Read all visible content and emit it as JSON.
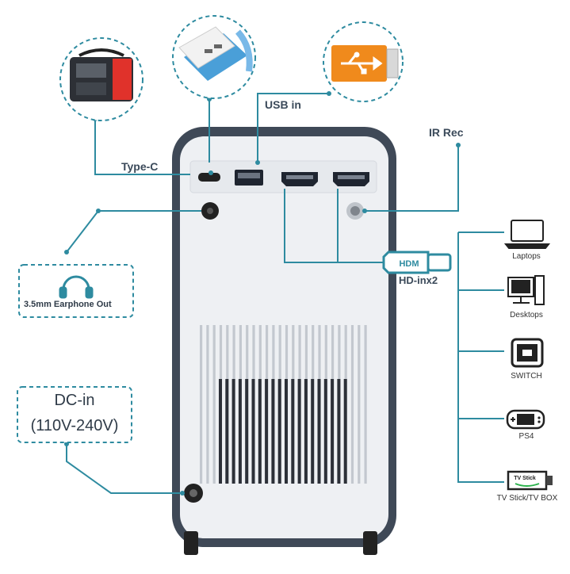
{
  "labels": {
    "type_c": "Type-C",
    "usb_in": "USB in",
    "ir_rec": "IR Rec",
    "earphone": "3.5mm Earphone Out",
    "dc_in": "DC-in",
    "voltage": "(110V-240V)",
    "hdmi_plug": "HDM",
    "hd_in": "HD-inx2"
  },
  "devices": [
    "Laptops",
    "Desktops",
    "SWITCH",
    "PS4",
    "TV Stick/TV BOX"
  ],
  "tv_stick_text": "TV Stick",
  "colors": {
    "accent": "#2e8ba0",
    "body": "#eef0f3",
    "frame": "#3f4957",
    "usb_orange": "#f08a1c",
    "powerstation_red": "#e0322b"
  }
}
